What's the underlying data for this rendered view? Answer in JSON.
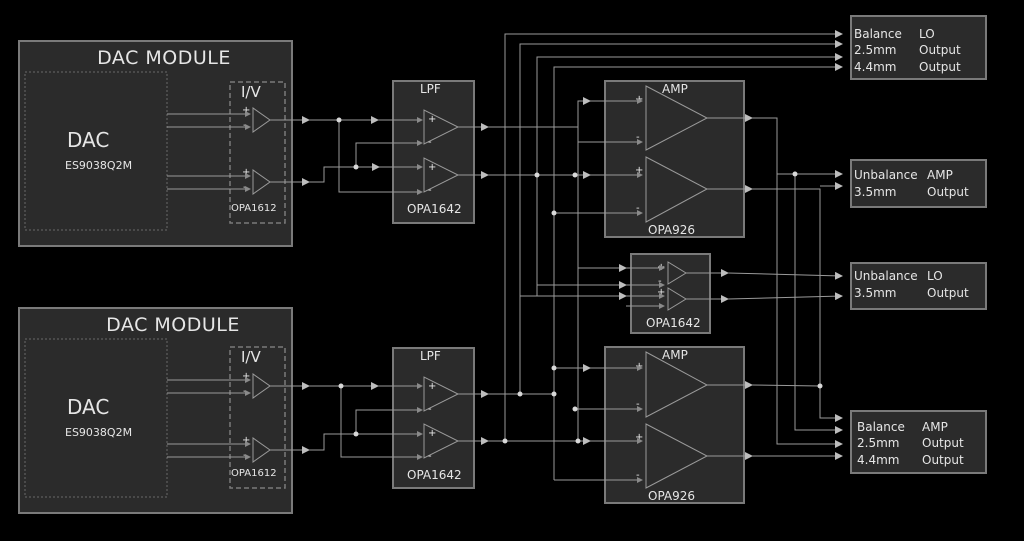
{
  "dac_top": {
    "title": "DAC  MODULE",
    "chip": "DAC",
    "part": "ES9038Q2M",
    "iv_label": "I/V",
    "iv_part": "OPA1612"
  },
  "dac_bottom": {
    "title": "DAC  MODULE",
    "chip": "DAC",
    "part": "ES9038Q2M",
    "iv_label": "I/V",
    "iv_part": "OPA1612"
  },
  "lpf_top": {
    "label": "LPF",
    "part": "OPA1642"
  },
  "lpf_bottom": {
    "label": "LPF",
    "part": "OPA1642"
  },
  "amp_top": {
    "label": "AMP",
    "part": "OPA926"
  },
  "amp_bottom": {
    "label": "AMP",
    "part": "OPA926"
  },
  "buffer": {
    "part": "OPA1642"
  },
  "outputs": {
    "balance_lo": {
      "l1a": "Balance",
      "l1b": "LO",
      "l2a": "2.5mm",
      "l2b": "Output",
      "l3a": "4.4mm",
      "l3b": "Output"
    },
    "unbalance_amp": {
      "l1a": "Unbalance",
      "l1b": "AMP",
      "l2a": "3.5mm",
      "l2b": "Output"
    },
    "unbalance_lo": {
      "l1a": "Unbalance",
      "l1b": "LO",
      "l2a": "3.5mm",
      "l2b": "Output"
    },
    "balance_amp": {
      "l1a": "Balance",
      "l1b": "AMP",
      "l2a": "2.5mm",
      "l2b": "Output",
      "l3a": "4.4mm",
      "l3b": "Output"
    }
  },
  "signs": {
    "plus": "+",
    "minus": "-"
  }
}
